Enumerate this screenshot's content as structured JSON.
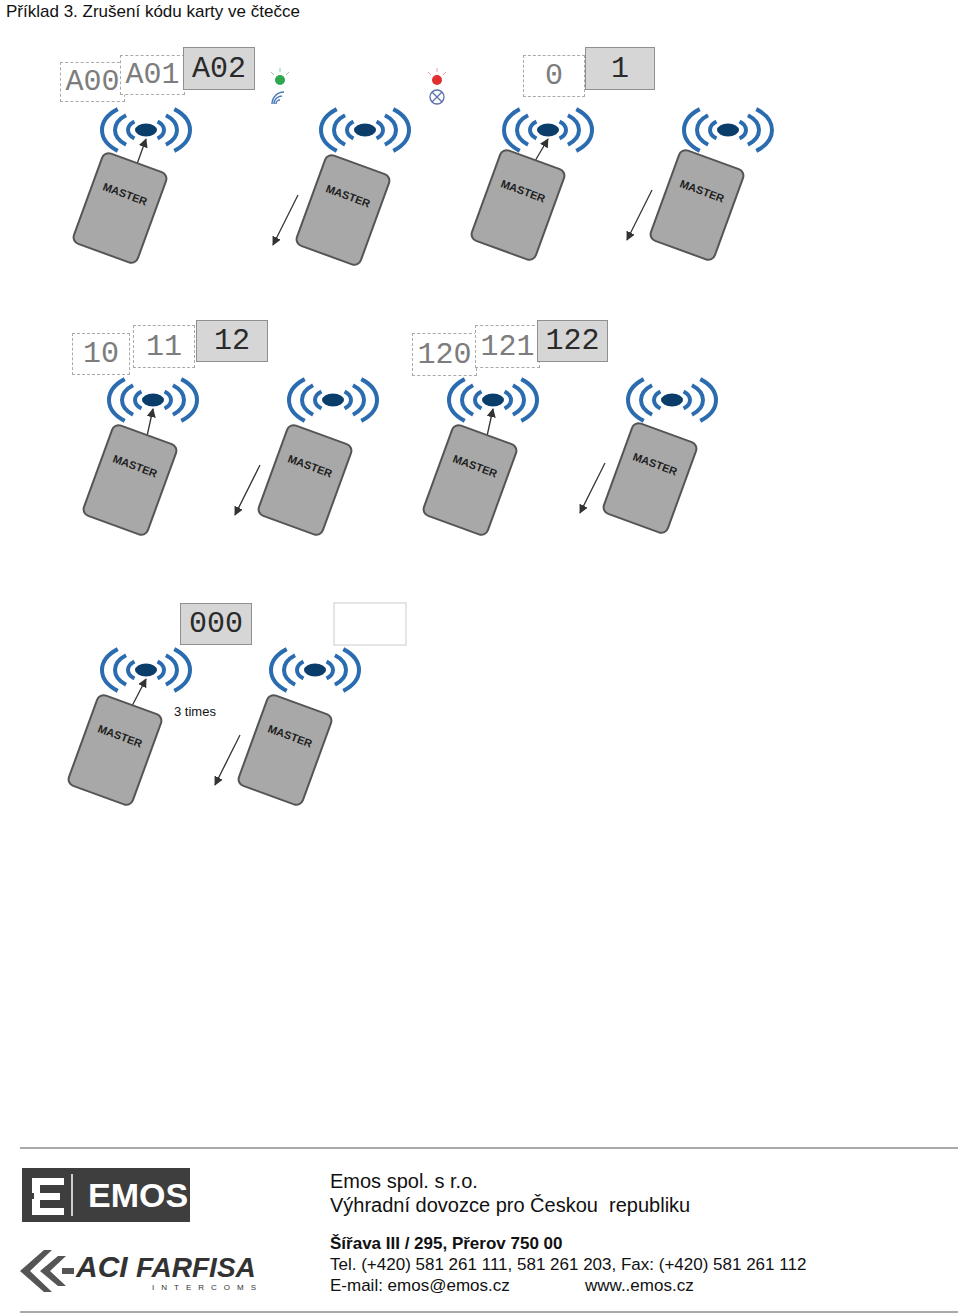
{
  "diagram": {
    "title": "Příklad 3. Zrušení kódu karty ve čtečce",
    "nodes": [
      {
        "text": [
          "A00"
        ]
      },
      {
        "text": [
          "A01"
        ]
      },
      {
        "text": [
          "A02"
        ]
      },
      {
        "text": [
          "0"
        ]
      },
      {
        "text": [
          "1"
        ]
      },
      {
        "text": [
          "MASTER"
        ]
      },
      {
        "text": [
          "MASTER"
        ]
      },
      {
        "text": [
          "MASTER"
        ]
      },
      {
        "text": [
          "MASTER"
        ]
      },
      {
        "text": [
          "10"
        ]
      },
      {
        "text": [
          "11"
        ]
      },
      {
        "text": [
          "12"
        ]
      },
      {
        "text": [
          "120"
        ]
      },
      {
        "text": [
          "121"
        ]
      },
      {
        "text": [
          "122"
        ]
      },
      {
        "text": [
          "MASTER"
        ]
      },
      {
        "text": [
          "MASTER"
        ]
      },
      {
        "text": [
          "MASTER"
        ]
      },
      {
        "text": [
          "MASTER"
        ]
      },
      {
        "text": [
          "000"
        ]
      },
      {
        "text": [
          "MASTER"
        ]
      },
      {
        "text": [
          "MASTER"
        ]
      },
      {
        "text": [
          "EMOS"
        ]
      }
    ],
    "labels": [
      "3 times",
      "ACI",
      "FARFISA",
      "INTERCOMS",
      "Emos spol. s r.o.",
      "Výhradní dovozce pro Českou  republiku",
      "Šířava III / 295, Přerov 750 00",
      "Tel. (+420) 581 261 111, 581 261 203, Fax: (+420) 581 261 112",
      "E-mail: emos@emos.cz",
      "www..emos.cz"
    ]
  }
}
